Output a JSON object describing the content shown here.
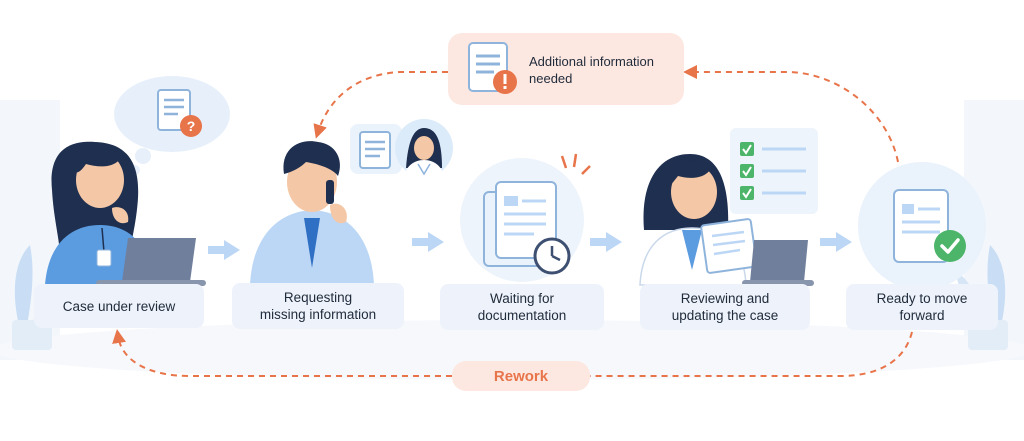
{
  "steps": [
    {
      "label": "Case under review"
    },
    {
      "label_line1": "Requesting",
      "label_line2": "missing information"
    },
    {
      "label_line1": "Waiting for",
      "label_line2": "documentation"
    },
    {
      "label_line1": "Reviewing and",
      "label_line2": "updating the case"
    },
    {
      "label_line1": "Ready to move",
      "label_line2": "forward"
    }
  ],
  "top_loop": {
    "line1": "Additional information",
    "line2": "needed"
  },
  "bottom_loop": {
    "label": "Rework"
  },
  "colors": {
    "accent": "#e8744a",
    "card": "#eef3fb",
    "skin": "#f4c7a6",
    "hair": "#1f2f4f",
    "blue": "#5b9be0",
    "light_blue": "#bcd7f5",
    "check": "#4cb56a"
  }
}
